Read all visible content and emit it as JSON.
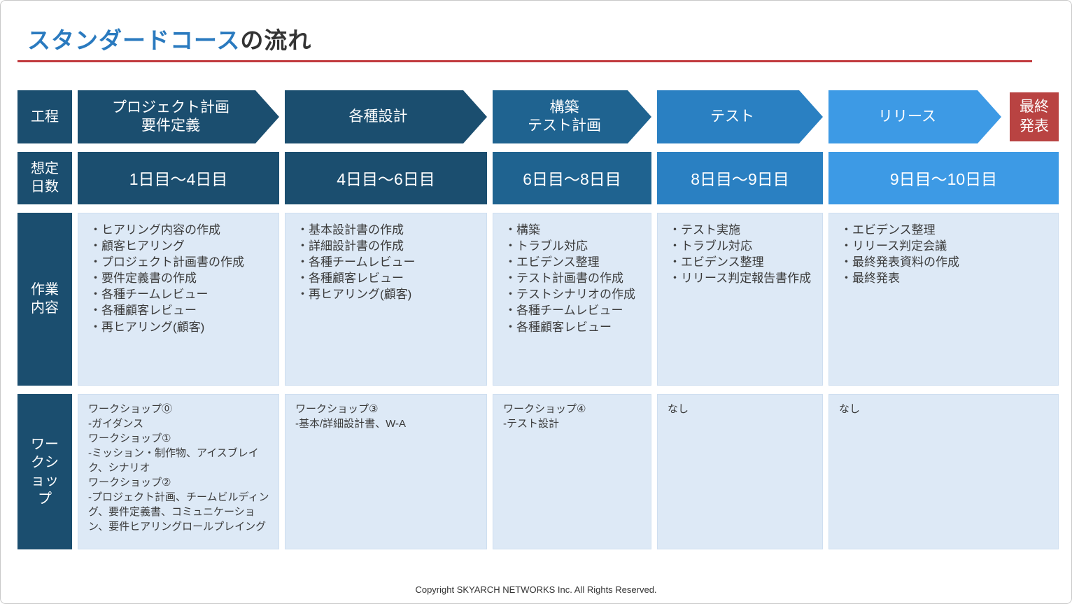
{
  "title": {
    "highlight": "スタンダードコース",
    "rest": "の流れ"
  },
  "row_labels": {
    "process": "工程",
    "days": "想定日数",
    "work": "作業内容",
    "workshop": "ワークショップ"
  },
  "colors": {
    "title_blue": "#2A7ABF",
    "rule_red": "#C13A3E",
    "label_bg": "#1B4E6F",
    "cell_bg": "#DDE9F6",
    "final_bg": "#B94342"
  },
  "final_stage": {
    "label": "最終\n発表"
  },
  "columns": [
    {
      "stage": "プロジェクト計画\n要件定義",
      "days": "1日目〜4日目",
      "color": "#1B4E6F",
      "work": [
        "ヒアリング内容の作成",
        "顧客ヒアリング",
        "プロジェクト計画書の作成",
        "要件定義書の作成",
        "各種チームレビュー",
        "各種顧客レビュー",
        "再ヒアリング(顧客)"
      ],
      "workshop": "ワークショップ⓪\n-ガイダンス\nワークショップ①\n-ミッション・制作物、アイスブレイク、シナリオ\nワークショップ②\n-プロジェクト計画、チームビルディング、要件定義書、コミュニケーション、要件ヒアリングロールプレイング"
    },
    {
      "stage": "各種設計",
      "days": "4日目〜6日目",
      "color": "#1B4E6F",
      "work": [
        "基本設計書の作成",
        "詳細設計書の作成",
        "各種チームレビュー",
        "各種顧客レビュー",
        "再ヒアリング(顧客)"
      ],
      "workshop": "ワークショップ③\n-基本/詳細設計書、W-A"
    },
    {
      "stage": "構築\nテスト計画",
      "days": "6日目〜8日目",
      "color": "#1F6390",
      "work": [
        "構築",
        "トラブル対応",
        "エビデンス整理",
        "テスト計画書の作成",
        "テストシナリオの作成",
        "各種チームレビュー",
        "各種顧客レビュー"
      ],
      "workshop": "ワークショップ④\n-テスト設計"
    },
    {
      "stage": "テスト",
      "days": "8日目〜9日目",
      "color": "#2A80C2",
      "work": [
        "テスト実施",
        "トラブル対応",
        "エビデンス整理",
        "リリース判定報告書作成"
      ],
      "workshop": "なし"
    },
    {
      "stage": "リリース",
      "days": "9日目〜10日目",
      "color": "#3D9AE5",
      "work": [
        "エビデンス整理",
        "リリース判定会議",
        "最終発表資料の作成",
        "最終発表"
      ],
      "workshop": "なし"
    }
  ],
  "footer": "Copyright SKYARCH NETWORKS Inc. All Rights Reserved."
}
